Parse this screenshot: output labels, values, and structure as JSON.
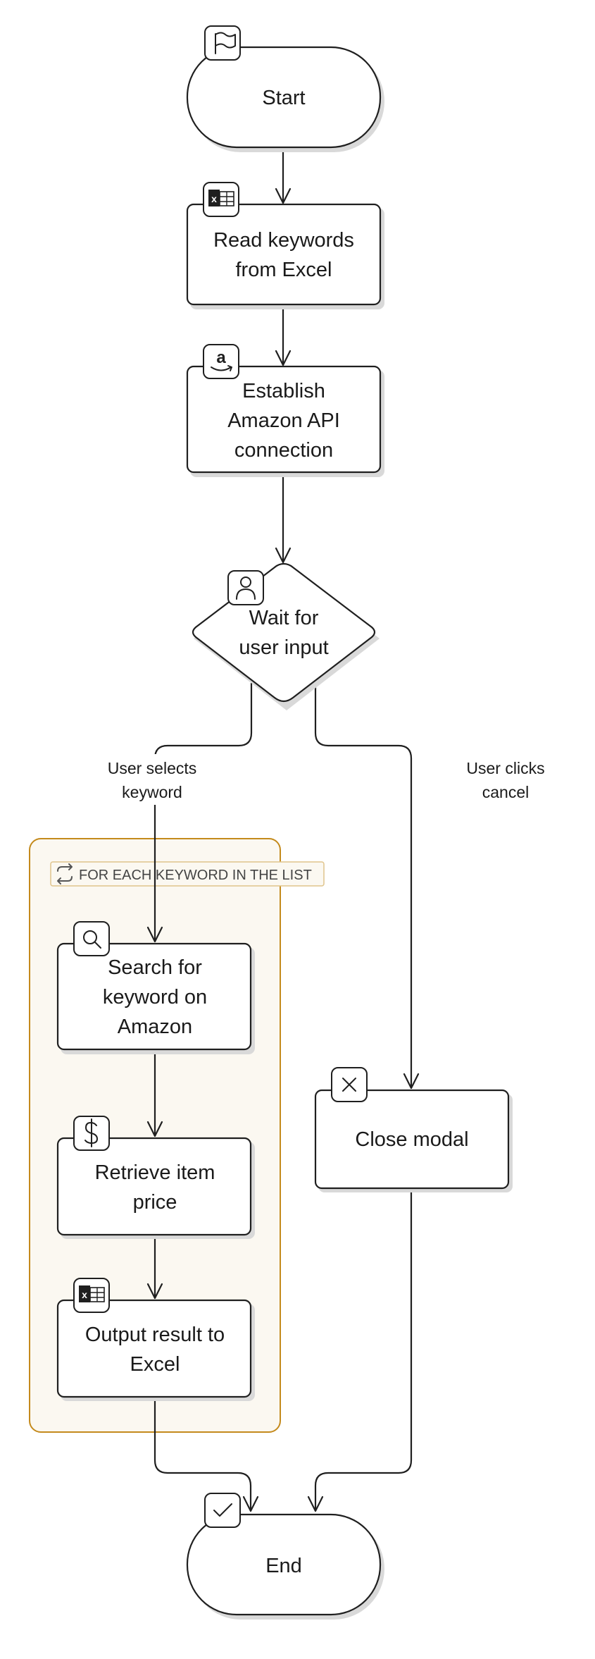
{
  "nodes": {
    "start": {
      "label": "Start",
      "shape": "terminal",
      "icon": "flag-icon"
    },
    "read_keywords": {
      "lines": [
        "Read keywords",
        "from Excel"
      ],
      "shape": "process",
      "icon": "excel-icon"
    },
    "establish_api": {
      "lines": [
        "Establish",
        "Amazon API",
        "connection"
      ],
      "shape": "process",
      "icon": "amazon-icon"
    },
    "wait_input": {
      "lines": [
        "Wait for",
        "user input"
      ],
      "shape": "decision",
      "icon": "user-icon"
    },
    "search_keyword": {
      "lines": [
        "Search for",
        "keyword on",
        "Amazon"
      ],
      "shape": "process",
      "icon": "search-icon"
    },
    "retrieve_price": {
      "lines": [
        "Retrieve item",
        "price"
      ],
      "shape": "process",
      "icon": "dollar-icon"
    },
    "output_excel": {
      "lines": [
        "Output result to",
        "Excel"
      ],
      "shape": "process",
      "icon": "excel-icon"
    },
    "close_modal": {
      "label": "Close modal",
      "shape": "process",
      "icon": "close-icon"
    },
    "end": {
      "label": "End",
      "shape": "terminal",
      "icon": "check-icon"
    }
  },
  "loop": {
    "label": "FOR EACH KEYWORD IN THE LIST",
    "icon": "repeat-icon"
  },
  "edge_labels": {
    "select": [
      "User selects",
      "keyword"
    ],
    "cancel": [
      "User clicks",
      "cancel"
    ]
  },
  "edges": [
    {
      "from": "start",
      "to": "read_keywords"
    },
    {
      "from": "read_keywords",
      "to": "establish_api"
    },
    {
      "from": "establish_api",
      "to": "wait_input"
    },
    {
      "from": "wait_input",
      "to": "search_keyword",
      "label": "User selects keyword"
    },
    {
      "from": "wait_input",
      "to": "close_modal",
      "label": "User clicks cancel"
    },
    {
      "from": "search_keyword",
      "to": "retrieve_price"
    },
    {
      "from": "retrieve_price",
      "to": "output_excel"
    },
    {
      "from": "output_excel",
      "to": "end"
    },
    {
      "from": "close_modal",
      "to": "end"
    }
  ],
  "colors": {
    "stroke": "#1f1f1f",
    "loop_border": "#c48a1c",
    "loop_fill": "#fbf8f1",
    "excel_green": "#1f1f1f"
  }
}
